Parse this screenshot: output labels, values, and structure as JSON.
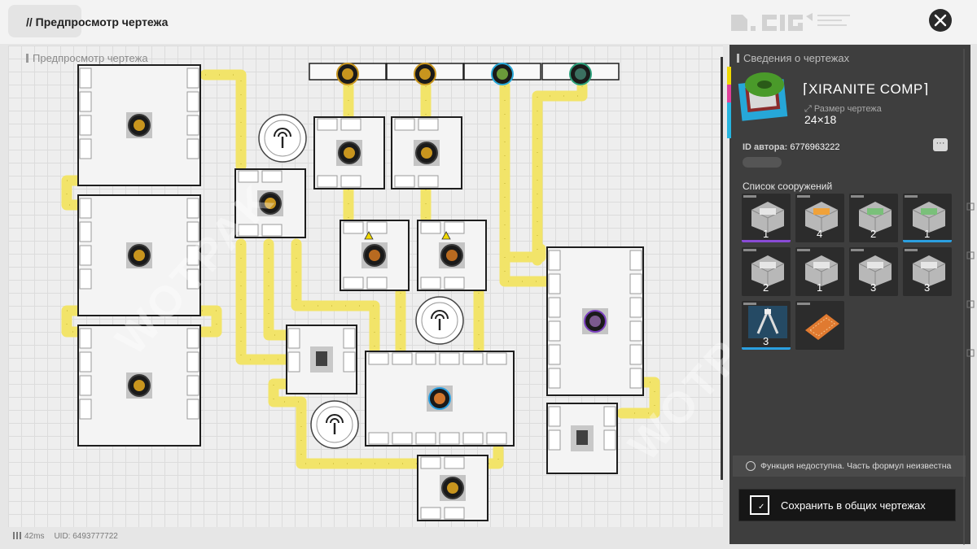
{
  "header": {
    "title": "// Предпросмотр чертежа"
  },
  "canvas": {
    "label": "Предпросмотр чертежа"
  },
  "status": {
    "ping": "42ms",
    "uid": "UID: 6493777722"
  },
  "panel": {
    "title": "Сведения о чертежах",
    "blueprint_name": "XIRANITE COMP",
    "size_label": "Размер чертежа",
    "size_value": "24×18",
    "author_label": "ID автора:",
    "author_id": "6776963222",
    "more_label": "···",
    "list_title": "Список сооружений",
    "structures": [
      {
        "icon": "refining-unit-icon",
        "count": "1",
        "rarity_color": "#8a4bd6"
      },
      {
        "icon": "filling-unit-icon",
        "count": "4",
        "rarity_color": "#2c2c2c"
      },
      {
        "icon": "shredding-unit-icon",
        "count": "2",
        "rarity_color": "#2c2c2c"
      },
      {
        "icon": "moulding-unit-icon",
        "count": "1",
        "rarity_color": "#2b9fe0"
      },
      {
        "icon": "storage-box-icon",
        "count": "2",
        "rarity_color": "#2c2c2c"
      },
      {
        "icon": "packaging-unit-icon",
        "count": "1",
        "rarity_color": "#2c2c2c"
      },
      {
        "icon": "crusher-unit-icon",
        "count": "3",
        "rarity_color": "#2c2c2c"
      },
      {
        "icon": "power-pylon-icon",
        "count": "3",
        "rarity_color": "#2c2c2c"
      },
      {
        "icon": "relay-tower-icon",
        "count": "3",
        "rarity_color": "#2b9fe0"
      },
      {
        "icon": "floor-plate-icon",
        "count": "",
        "rarity_color": "#2c2c2c"
      }
    ],
    "warning": "Функция недоступна. Часть формул неизвестна",
    "save_label": "Сохранить в общих чертежах"
  },
  "colors": {
    "belt": "#f2e469",
    "accent_yellow": "#f0d800",
    "accent_magenta": "#e0409a",
    "accent_cyan": "#26b5e0",
    "panel_bg": "#3e3e3e"
  }
}
